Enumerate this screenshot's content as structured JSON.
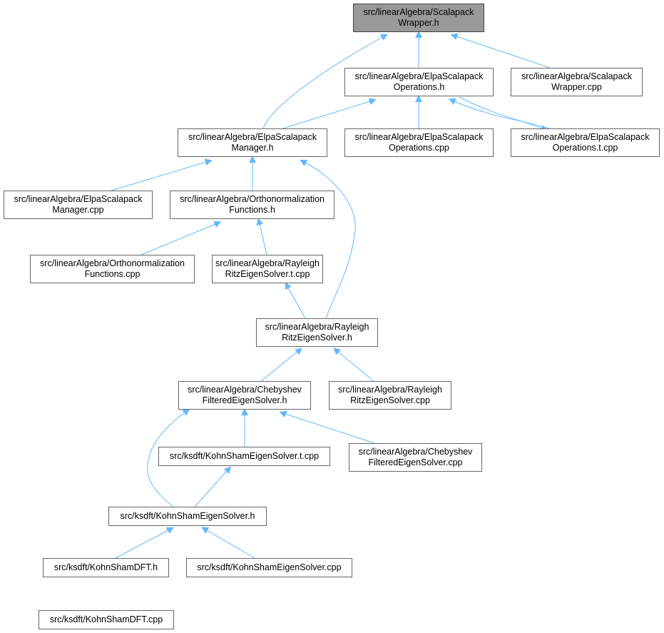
{
  "diagram": {
    "edge_color": "#63b8ff",
    "root_color": "#999999",
    "nodes": [
      {
        "id": "scalapack_h",
        "lines": [
          "src/linearAlgebra/Scalapack",
          "Wrapper.h"
        ],
        "root": true
      },
      {
        "id": "elpa_ops_h",
        "lines": [
          "src/linearAlgebra/ElpaScalapack",
          "Operations.h"
        ]
      },
      {
        "id": "scalapack_cpp",
        "lines": [
          "src/linearAlgebra/Scalapack",
          "Wrapper.cpp"
        ]
      },
      {
        "id": "elpa_mgr_h",
        "lines": [
          "src/linearAlgebra/ElpaScalapack",
          "Manager.h"
        ]
      },
      {
        "id": "elpa_ops_cpp",
        "lines": [
          "src/linearAlgebra/ElpaScalapack",
          "Operations.cpp"
        ]
      },
      {
        "id": "elpa_ops_t_cpp",
        "lines": [
          "src/linearAlgebra/ElpaScalapack",
          "Operations.t.cpp"
        ]
      },
      {
        "id": "elpa_mgr_cpp",
        "lines": [
          "src/linearAlgebra/ElpaScalapack",
          "Manager.cpp"
        ]
      },
      {
        "id": "ortho_h",
        "lines": [
          "src/linearAlgebra/Orthonormalization",
          "Functions.h"
        ]
      },
      {
        "id": "ortho_cpp",
        "lines": [
          "src/linearAlgebra/Orthonormalization",
          "Functions.cpp"
        ]
      },
      {
        "id": "rr_t_cpp",
        "lines": [
          "src/linearAlgebra/Rayleigh",
          "RitzEigenSolver.t.cpp"
        ]
      },
      {
        "id": "rr_h",
        "lines": [
          "src/linearAlgebra/Rayleigh",
          "RitzEigenSolver.h"
        ]
      },
      {
        "id": "cheb_h",
        "lines": [
          "src/linearAlgebra/Chebyshev",
          "FilteredEigenSolver.h"
        ]
      },
      {
        "id": "rr_cpp",
        "lines": [
          "src/linearAlgebra/Rayleigh",
          "RitzEigenSolver.cpp"
        ]
      },
      {
        "id": "ks_t_cpp",
        "lines": [
          "src/ksdft/KohnShamEigenSolver.t.cpp"
        ]
      },
      {
        "id": "cheb_cpp",
        "lines": [
          "src/linearAlgebra/Chebyshev",
          "FilteredEigenSolver.cpp"
        ]
      },
      {
        "id": "ks_h",
        "lines": [
          "src/ksdft/KohnShamEigenSolver.h"
        ]
      },
      {
        "id": "ksdft_h",
        "lines": [
          "src/ksdft/KohnShamDFT.h"
        ]
      },
      {
        "id": "ks_cpp",
        "lines": [
          "src/ksdft/KohnShamEigenSolver.cpp"
        ]
      },
      {
        "id": "ksdft_cpp",
        "lines": [
          "src/ksdft/KohnShamDFT.cpp"
        ]
      }
    ],
    "edges": [
      {
        "from": "scalapack_h",
        "to": "elpa_mgr_h"
      },
      {
        "from": "scalapack_h",
        "to": "elpa_ops_h"
      },
      {
        "from": "scalapack_h",
        "to": "scalapack_cpp"
      },
      {
        "from": "elpa_ops_h",
        "to": "elpa_mgr_h"
      },
      {
        "from": "elpa_ops_h",
        "to": "elpa_ops_cpp"
      },
      {
        "from": "elpa_ops_h",
        "to": "elpa_ops_t_cpp"
      },
      {
        "from": "elpa_ops_t_cpp",
        "to": "elpa_ops_h"
      },
      {
        "from": "elpa_mgr_h",
        "to": "elpa_mgr_cpp"
      },
      {
        "from": "elpa_mgr_h",
        "to": "ortho_h"
      },
      {
        "from": "elpa_mgr_h",
        "to": "rr_h"
      },
      {
        "from": "ortho_h",
        "to": "ortho_cpp"
      },
      {
        "from": "ortho_h",
        "to": "rr_t_cpp"
      },
      {
        "from": "rr_t_cpp",
        "to": "rr_h"
      },
      {
        "from": "rr_h",
        "to": "cheb_h"
      },
      {
        "from": "rr_h",
        "to": "rr_cpp"
      },
      {
        "from": "cheb_h",
        "to": "ks_t_cpp"
      },
      {
        "from": "cheb_h",
        "to": "cheb_cpp"
      },
      {
        "from": "cheb_h",
        "to": "ks_h"
      },
      {
        "from": "ks_t_cpp",
        "to": "ks_h"
      },
      {
        "from": "ks_h",
        "to": "ksdft_h"
      },
      {
        "from": "ks_h",
        "to": "ks_cpp"
      },
      {
        "from": "ksdft_h",
        "to": "ksdft_cpp"
      }
    ]
  }
}
